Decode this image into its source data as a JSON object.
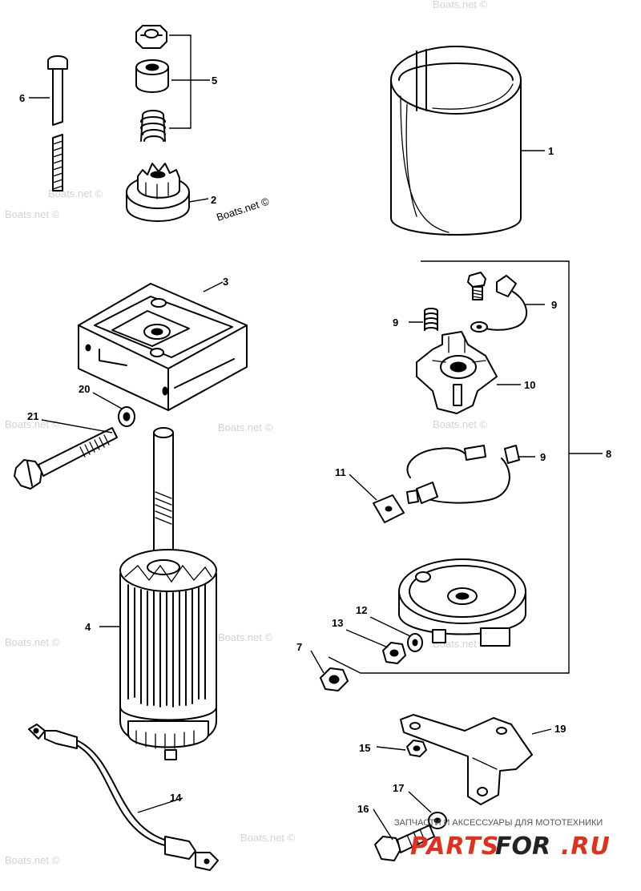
{
  "callouts": {
    "c1": "1",
    "c2": "2",
    "c3": "3",
    "c4": "4",
    "c5": "5",
    "c6": "6",
    "c7": "7",
    "c8": "8",
    "c9a": "9",
    "c9b": "9",
    "c9c": "9",
    "c10": "10",
    "c11": "11",
    "c12": "12",
    "c13": "13",
    "c14": "14",
    "c15": "15",
    "c16": "16",
    "c17": "17",
    "c19": "19",
    "c20": "20",
    "c21": "21"
  },
  "watermark": {
    "text": "Boats.net ©"
  },
  "banner": {
    "tagline": "ЗАПЧАСТИ И АКСЕССУАРЫ ДЛЯ МОТОТЕХНИКИ",
    "brand_part1": "PARTS",
    "brand_part2": "FOR",
    "brand_part3": ".RU"
  },
  "colors": {
    "line": "#000000",
    "watermark": "#d2d2d2",
    "brand_red": "#e0301e",
    "brand_dark": "#222222"
  }
}
